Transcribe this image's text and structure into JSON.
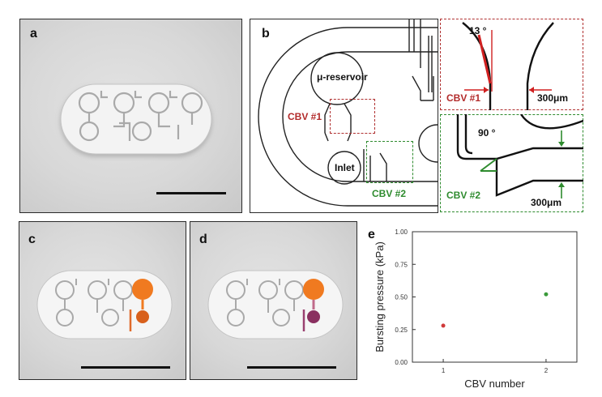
{
  "panels": {
    "a": {
      "label": "a"
    },
    "b": {
      "label": "b",
      "reservoir_label": "μ-reservoir",
      "inlet_label": "Inlet",
      "cbv1_label": "CBV #1",
      "cbv2_label": "CBV #2"
    },
    "b_zoom1": {
      "angle": "13 °",
      "width": "300μm",
      "valve": "CBV #1"
    },
    "b_zoom2": {
      "angle": "90 °",
      "width": "300μm",
      "valve": "CBV #2"
    },
    "c": {
      "label": "c"
    },
    "d": {
      "label": "d"
    },
    "e": {
      "label": "e"
    }
  },
  "colors": {
    "cbv1": "#b22a2a",
    "cbv2": "#2e8b2e",
    "dye_orange": "#f07a20",
    "dye_purple": "#8a3060"
  },
  "chart_data": {
    "type": "scatter",
    "xlabel": "CBV number",
    "ylabel": "Bursting pressure (kPa)",
    "xlim": [
      0.7,
      2.3
    ],
    "ylim": [
      0.0,
      1.0
    ],
    "xticks": [
      1,
      2
    ],
    "yticks": [
      0.0,
      0.25,
      0.5,
      0.75,
      1.0
    ],
    "ytick_labels": [
      "0.00",
      "0.25",
      "0.50",
      "0.75",
      "1.00"
    ],
    "points": [
      {
        "x": 1,
        "y": 0.28,
        "color": "#d03a3a"
      },
      {
        "x": 2,
        "y": 0.52,
        "color": "#3a9a3a"
      }
    ],
    "grid": false
  }
}
